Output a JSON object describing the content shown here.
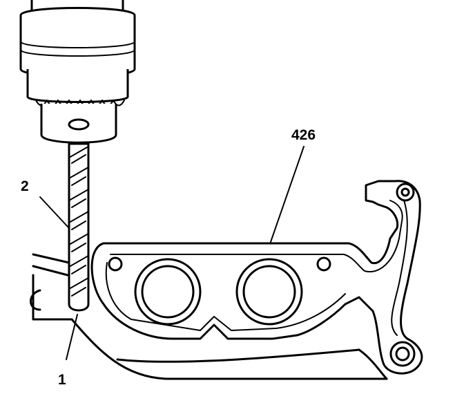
{
  "diagram": {
    "callouts": [
      {
        "id": "drill-bit",
        "label": "2"
      },
      {
        "id": "drill-hole",
        "label": "1"
      },
      {
        "id": "gasket",
        "label": "426"
      }
    ]
  },
  "colors": {
    "ink": "#000000",
    "background": "#ffffff"
  }
}
